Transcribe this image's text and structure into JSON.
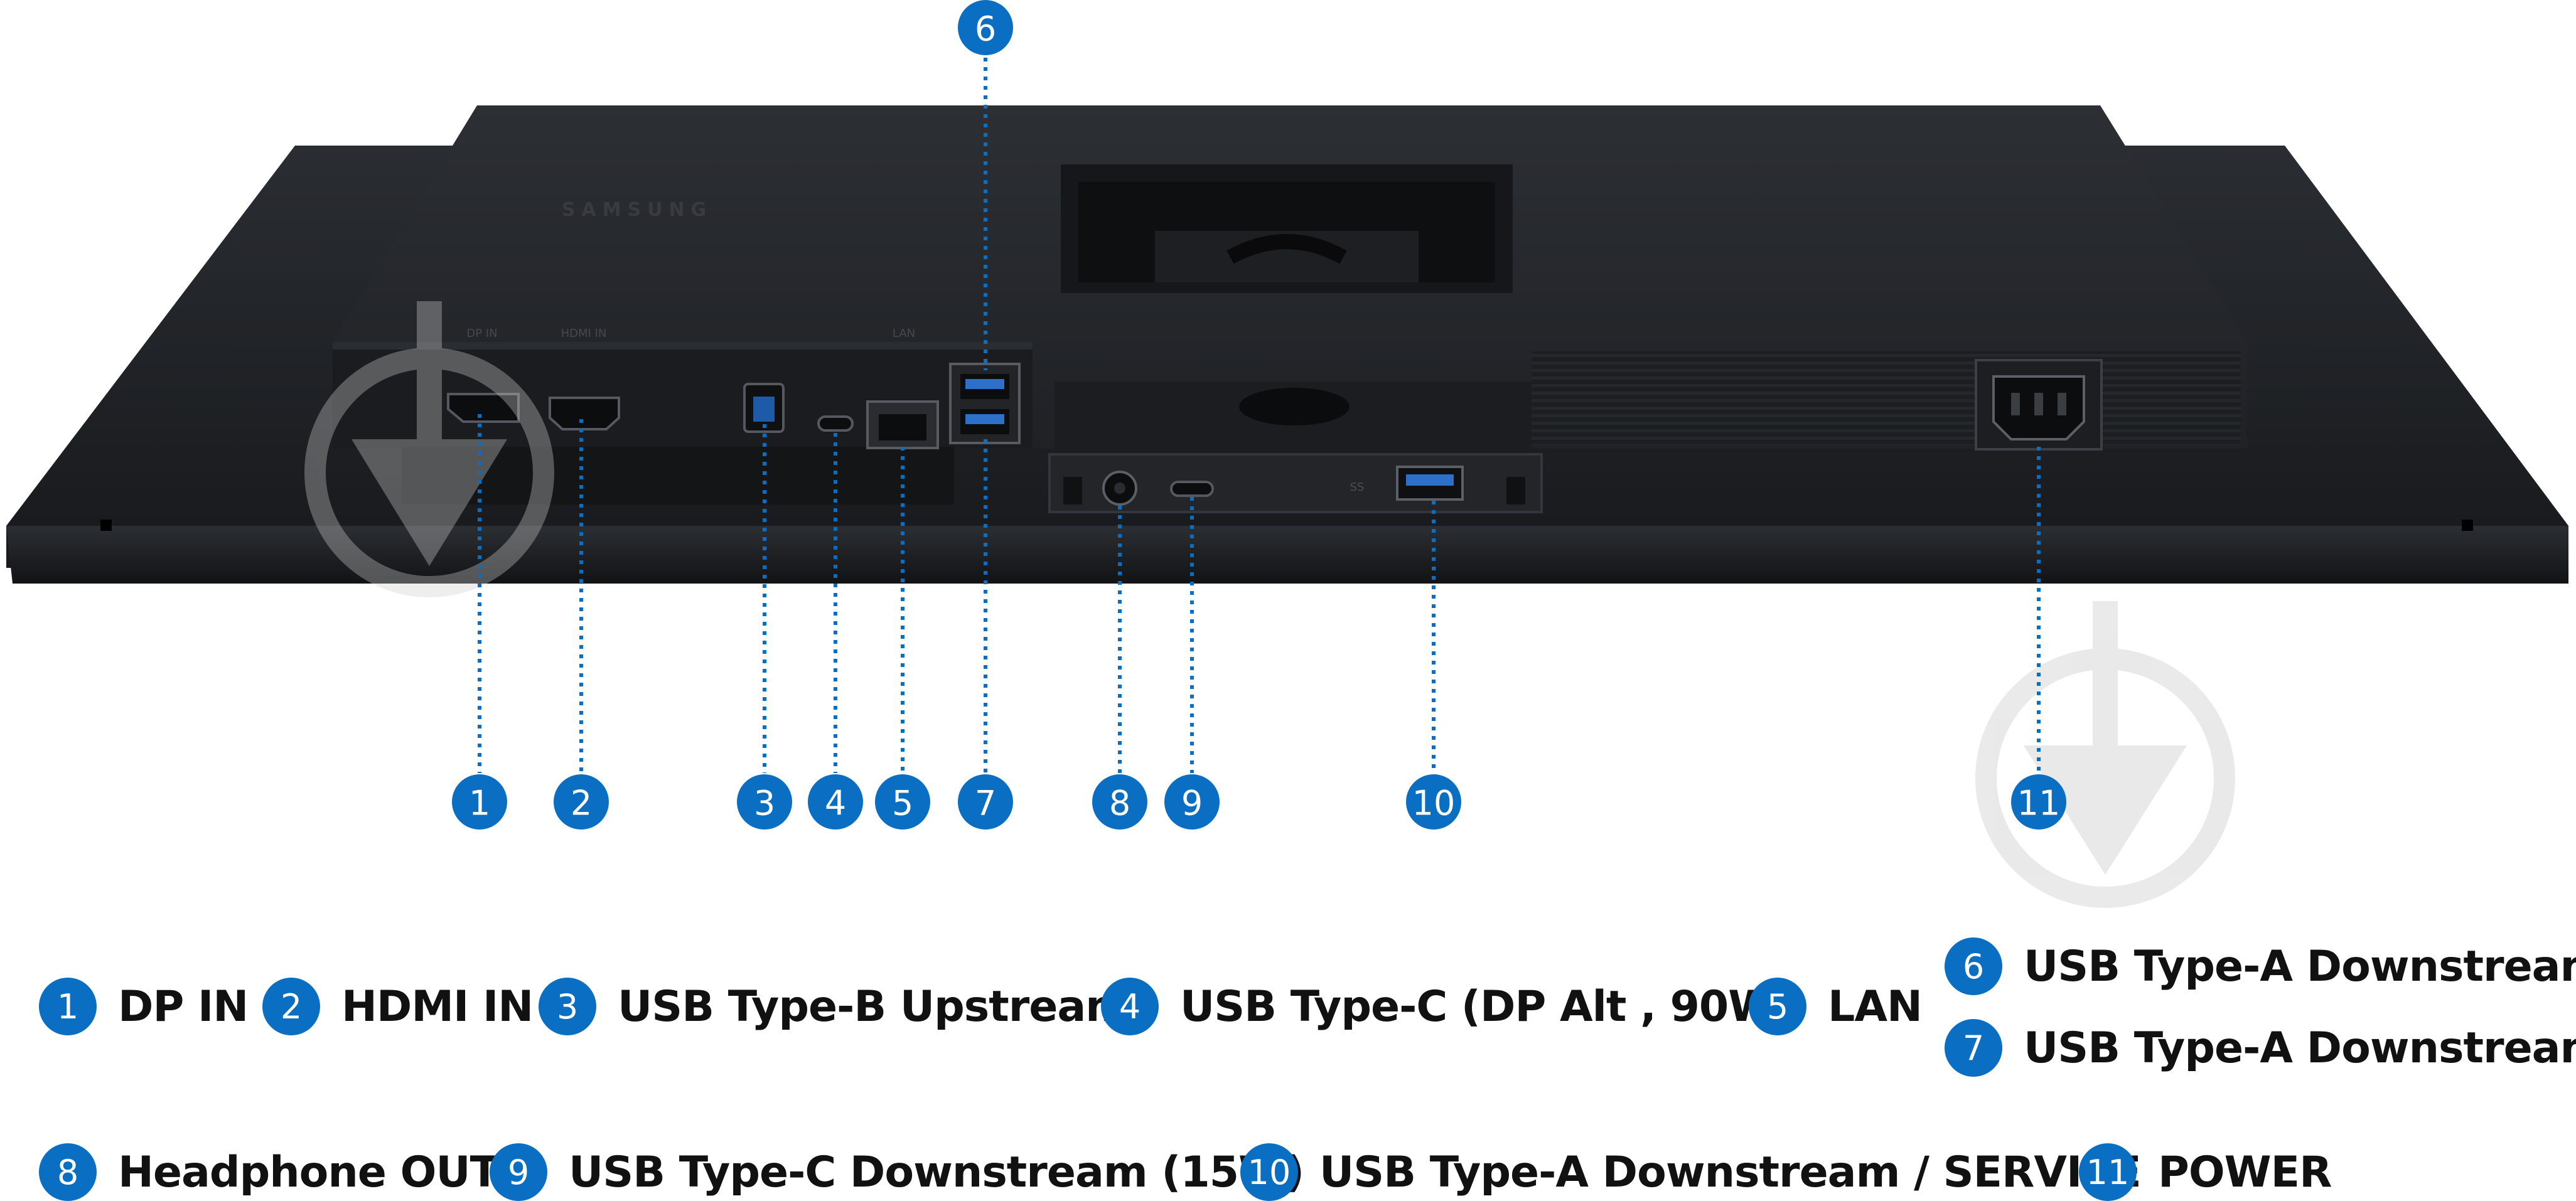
{
  "brand": "SAMSUNG",
  "colors": {
    "accent": "#0a6fc2",
    "label_text": "#111111",
    "monitor_body": "#1c1e22",
    "watermark": "#d5d5d5"
  },
  "port_silkscreen": {
    "dp": "DP IN",
    "hdmi": "HDMI IN",
    "lan": "LAN",
    "ss": "SS"
  },
  "callouts": [
    {
      "number": "1",
      "label": "DP IN"
    },
    {
      "number": "2",
      "label": "HDMI IN"
    },
    {
      "number": "3",
      "label": "USB Type-B Upstream"
    },
    {
      "number": "4",
      "label": "USB Type-C (DP Alt , 90W)"
    },
    {
      "number": "5",
      "label": "LAN"
    },
    {
      "number": "6",
      "label": "USB Type-A Downstream"
    },
    {
      "number": "7",
      "label": "USB Type-A Downstream"
    },
    {
      "number": "8",
      "label": "Headphone OUT"
    },
    {
      "number": "9",
      "label": "USB Type-C Downstream (15W)"
    },
    {
      "number": "10",
      "label": "USB Type-A Downstream / SERVICE"
    },
    {
      "number": "11",
      "label": "POWER"
    }
  ]
}
